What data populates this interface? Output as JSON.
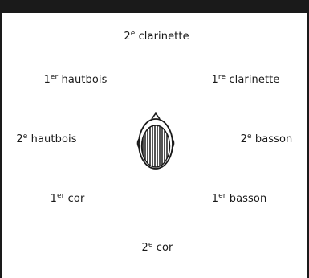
{
  "diagram": {
    "positions": [
      {
        "id": "clarinet-2",
        "ordinal": "2",
        "suffix": "e",
        "instrument": "clarinette"
      },
      {
        "id": "oboe-1",
        "ordinal": "1",
        "suffix": "er",
        "instrument": "hautbois"
      },
      {
        "id": "clarinet-1",
        "ordinal": "1",
        "suffix": "re",
        "instrument": "clarinette"
      },
      {
        "id": "oboe-2",
        "ordinal": "2",
        "suffix": "e",
        "instrument": "hautbois"
      },
      {
        "id": "bassoon-2",
        "ordinal": "2",
        "suffix": "e",
        "instrument": "basson"
      },
      {
        "id": "horn-1",
        "ordinal": "1",
        "suffix": "er",
        "instrument": "cor"
      },
      {
        "id": "bassoon-1",
        "ordinal": "1",
        "suffix": "er",
        "instrument": "basson"
      },
      {
        "id": "horn-2",
        "ordinal": "2",
        "suffix": "e",
        "instrument": "cor"
      }
    ],
    "listener_icon": "head-top-view-icon"
  }
}
